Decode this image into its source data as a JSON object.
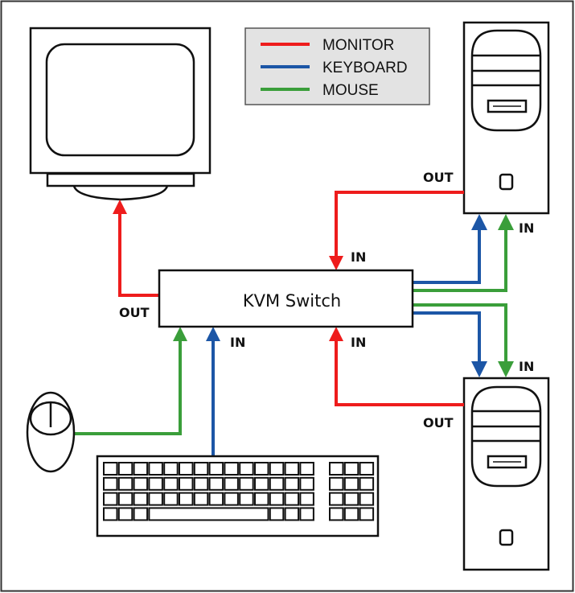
{
  "title": "KVM Switch wiring diagram",
  "colors": {
    "monitor": "#ee1c1c",
    "keyboard": "#1c56a6",
    "mouse": "#3a9e3a",
    "legend_bg": "#e3e3e3",
    "outline": "#111111"
  },
  "legend": {
    "items": [
      {
        "label": "MONITOR",
        "color_key": "monitor"
      },
      {
        "label": "KEYBOARD",
        "color_key": "keyboard"
      },
      {
        "label": "MOUSE",
        "color_key": "mouse"
      }
    ]
  },
  "devices": {
    "monitor": "Monitor",
    "kvm_label": "KVM Switch",
    "computer_1": "Computer 1",
    "computer_2": "Computer 2",
    "keyboard": "Keyboard",
    "mouse": "Mouse"
  },
  "port_labels": {
    "kvm_monitor_out": "OUT",
    "kvm_monitor_in_top": "IN",
    "kvm_monitor_in_bottom": "IN",
    "kvm_keyboard_mouse_in": "IN",
    "computer_1_out": "OUT",
    "computer_1_in": "IN",
    "computer_2_out": "OUT",
    "computer_2_in": "IN"
  },
  "keyboard_layout": {
    "rows": 4,
    "main_keys_per_row": 14,
    "numpad_keys_per_row": 3,
    "bottom_row_left_keys": 3,
    "bottom_row_right_keys": 3
  }
}
